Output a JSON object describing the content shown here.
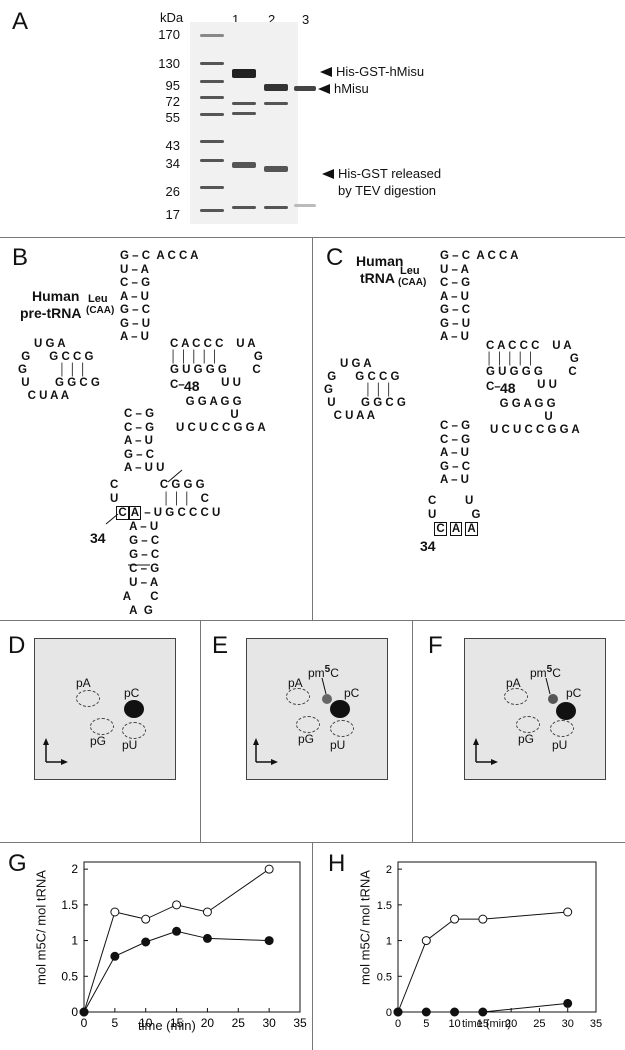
{
  "panels": {
    "A": "A",
    "B": "B",
    "C": "C",
    "D": "D",
    "E": "E",
    "F": "F",
    "G": "G",
    "H": "H"
  },
  "gel": {
    "kda_label": "kDa",
    "markers": [
      "170",
      "130",
      "95",
      "72",
      "55",
      "43",
      "34",
      "26",
      "17"
    ],
    "lanes": [
      "1",
      "2",
      "3"
    ],
    "arrows": [
      "His-GST-hMisu",
      "hMisu",
      "His-GST released",
      "by TEV digestion"
    ]
  },
  "trnaB": {
    "title_line1": "Human",
    "title_line2": "pre-tRNA",
    "aa": "Leu",
    "anticodon": "(CAA)",
    "pos48": "48",
    "pos34": "34"
  },
  "trnaC": {
    "title_line1": "Human",
    "title_line2": "tRNA",
    "aa": "Leu",
    "anticodon": "(CAA)",
    "pos48": "48",
    "pos34": "34"
  },
  "tlc": {
    "pA": "pA",
    "pC": "pC",
    "pG": "pG",
    "pU": "pU",
    "pm5C": "pm",
    "pm5C_sup": "5",
    "pm5C_tail": "C"
  },
  "chartG": {
    "ylabel": "mol m5C/ mol tRNA",
    "xlabel": "time (min)",
    "xticks": [
      "0",
      "5",
      "10",
      "15",
      "20",
      "25",
      "30",
      "35"
    ],
    "yticks": [
      "0",
      "0.5",
      "1",
      "1.5",
      "2"
    ]
  },
  "chartH": {
    "ylabel": "mol m5C/ mol tRNA",
    "xlabel": "time (min)",
    "xticks": [
      "0",
      "5",
      "10",
      "15",
      "20",
      "25",
      "30",
      "35"
    ],
    "yticks": [
      "0",
      "0.5",
      "1",
      "1.5",
      "2"
    ]
  },
  "chart_data": [
    {
      "type": "line",
      "xlabel": "time (min)",
      "ylabel": "mol m5C/ mol tRNA",
      "xlim": [
        0,
        35
      ],
      "ylim": [
        0,
        2.1
      ],
      "series": [
        {
          "marker": "open",
          "x": [
            0,
            5,
            10,
            15,
            20,
            30
          ],
          "values": [
            0,
            1.4,
            1.3,
            1.5,
            1.4,
            2.0
          ]
        },
        {
          "marker": "filled",
          "x": [
            0,
            5,
            10,
            15,
            20,
            30
          ],
          "values": [
            0,
            0.78,
            0.98,
            1.13,
            1.03,
            1.0
          ]
        }
      ]
    },
    {
      "type": "line",
      "xlabel": "time (min)",
      "ylabel": "mol m5C/ mol tRNA",
      "xlim": [
        0,
        35
      ],
      "ylim": [
        0,
        2.1
      ],
      "series": [
        {
          "marker": "open",
          "x": [
            0,
            5,
            10,
            15,
            30
          ],
          "values": [
            0,
            1.0,
            1.3,
            1.3,
            1.4
          ]
        },
        {
          "marker": "filled",
          "x": [
            0,
            5,
            10,
            15,
            30
          ],
          "values": [
            0,
            0,
            0,
            0,
            0.12
          ]
        }
      ]
    }
  ]
}
